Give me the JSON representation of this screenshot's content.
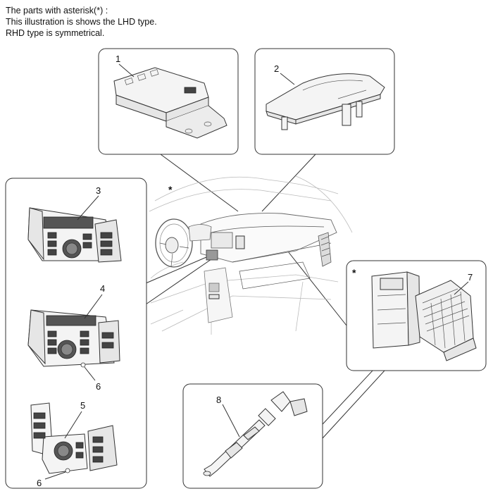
{
  "notes": [
    "The parts with asterisk(*) :",
    "This illustration is shows the LHD type.",
    "RHD type is symmetrical."
  ],
  "callouts": {
    "c1": "1",
    "c2": "2",
    "c3": "3",
    "c4": "4",
    "c5": "5",
    "c6a": "6",
    "c6b": "6",
    "c7": "7",
    "c8": "8"
  },
  "asterisks": {
    "dashboard": "*",
    "blower": "*"
  }
}
